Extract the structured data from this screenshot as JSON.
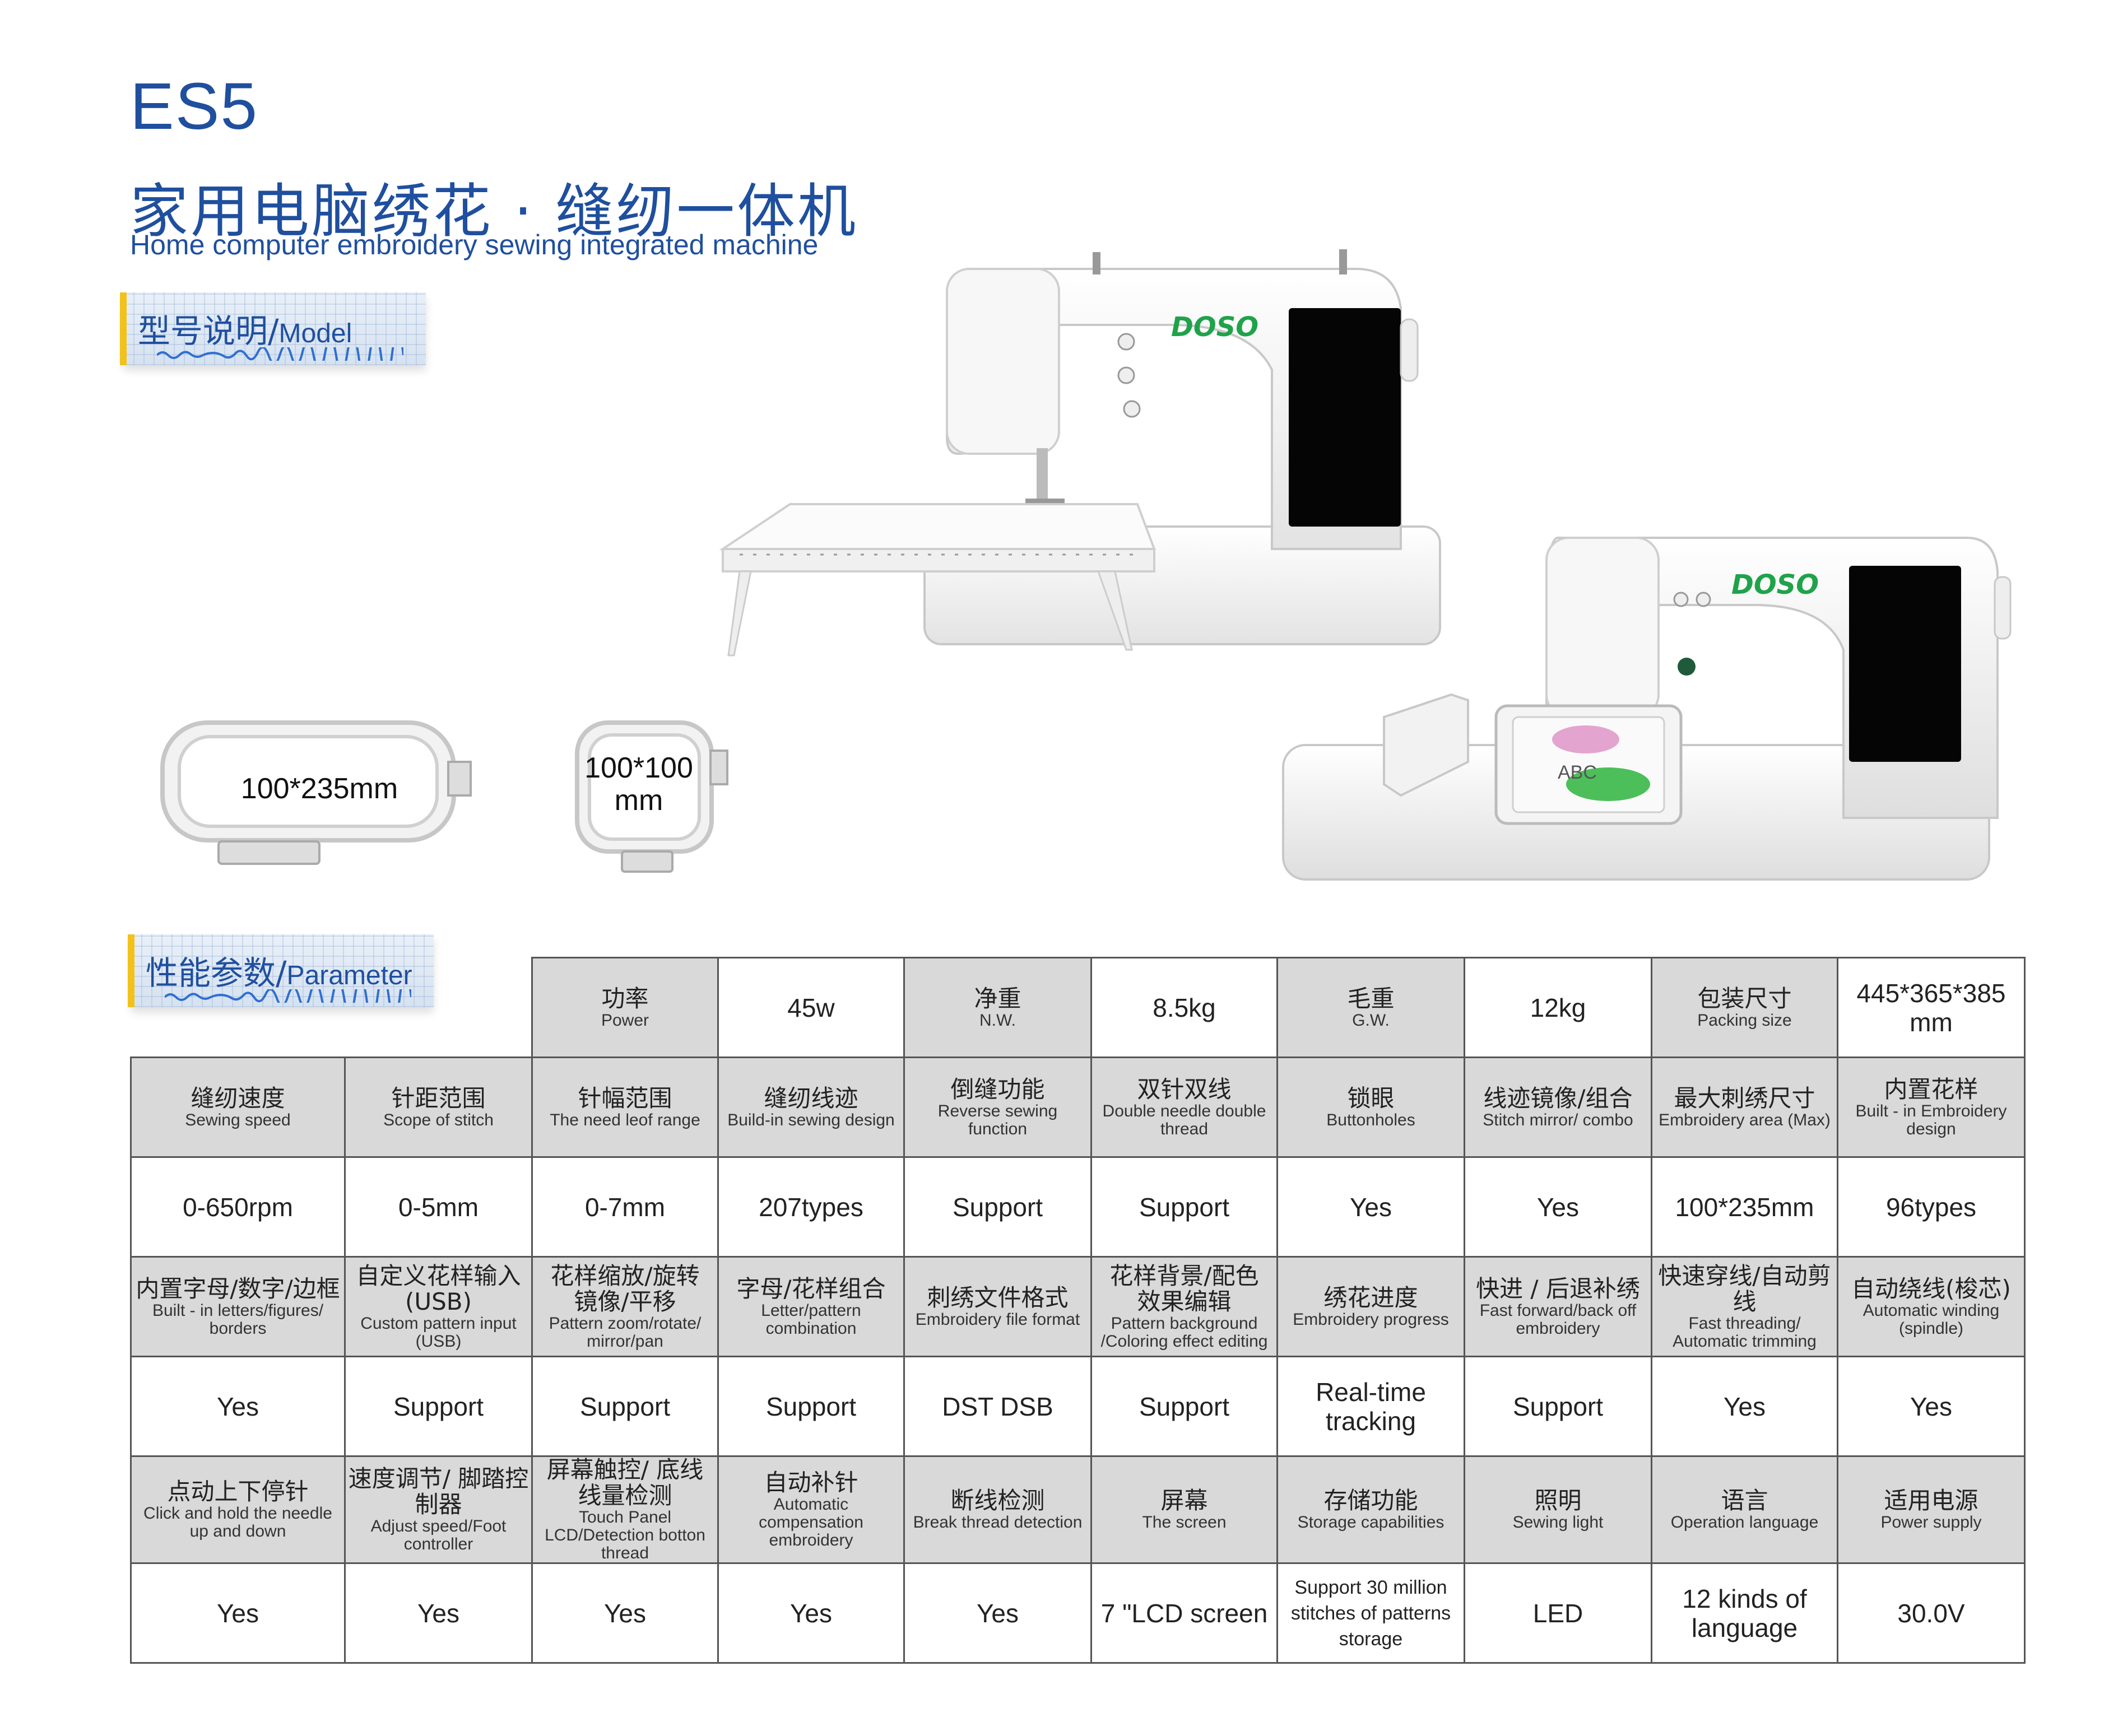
{
  "header": {
    "model": "ES5",
    "title_cn": "家用电脑绣花 · 缝纫一体机",
    "title_en": "Home computer embroidery sewing integrated machine"
  },
  "sections": {
    "model": {
      "cn": "型号说明/",
      "en": "Model"
    },
    "parameter": {
      "cn": "性能参数/",
      "en": "Parameter"
    }
  },
  "brand": {
    "logo_text": "DOSO",
    "logo_color": "#1fa34a"
  },
  "hoops": [
    {
      "label": "100*235mm"
    },
    {
      "label": "100*100 mm"
    }
  ],
  "colors": {
    "title_blue": "#1f4f9e",
    "header_gray": "#d9d9d9",
    "tag_accent": "#f2c21a"
  },
  "table": {
    "top_row": [
      {
        "cn": "功率",
        "en": "Power",
        "value": "45w"
      },
      {
        "cn": "净重",
        "en": "N.W.",
        "value": "8.5kg"
      },
      {
        "cn": "毛重",
        "en": "G.W.",
        "value": "12kg"
      },
      {
        "cn": "包装尺寸",
        "en": "Packing size",
        "value": "445*365*385 mm"
      }
    ],
    "rows": [
      {
        "headers": [
          {
            "cn": "缝纫速度",
            "en": "Sewing speed"
          },
          {
            "cn": "针距范围",
            "en": "Scope of stitch"
          },
          {
            "cn": "针幅范围",
            "en": "The need leof range"
          },
          {
            "cn": "缝纫线迹",
            "en": "Build-in sewing design"
          },
          {
            "cn": "倒缝功能",
            "en": "Reverse sewing function"
          },
          {
            "cn": "双针双线",
            "en": "Double needle double thread"
          },
          {
            "cn": "锁眼",
            "en": "Buttonholes"
          },
          {
            "cn": "线迹镜像/组合",
            "en": "Stitch mirror/ combo"
          },
          {
            "cn": "最大刺绣尺寸",
            "en": "Embroidery area (Max)"
          },
          {
            "cn": "内置花样",
            "en": "Built - in Embroidery design"
          }
        ],
        "values": [
          "0-650rpm",
          "0-5mm",
          "0-7mm",
          "207types",
          "Support",
          "Support",
          "Yes",
          "Yes",
          "100*235mm",
          "96types"
        ]
      },
      {
        "headers": [
          {
            "cn": "内置字母/数字/边框",
            "en": "Built - in letters/figures/ borders"
          },
          {
            "cn": "自定义花样输入 (USB)",
            "en": "Custom pattern input (USB)"
          },
          {
            "cn": "花样缩放/旋转 镜像/平移",
            "en": "Pattern zoom/rotate/ mirror/pan"
          },
          {
            "cn": "字母/花样组合",
            "en": "Letter/pattern combination"
          },
          {
            "cn": "刺绣文件格式",
            "en": "Embroidery file format"
          },
          {
            "cn": "花样背景/配色 效果编辑",
            "en": "Pattern background /Coloring effect editing"
          },
          {
            "cn": "绣花进度",
            "en": "Embroidery progress"
          },
          {
            "cn": "快进 / 后退补绣",
            "en": "Fast forward/back off embroidery"
          },
          {
            "cn": "快速穿线/自动剪线",
            "en": "Fast threading/ Automatic trimming"
          },
          {
            "cn": "自动绕线(梭芯)",
            "en": "Automatic winding (spindle)"
          }
        ],
        "values": [
          "Yes",
          "Support",
          "Support",
          "Support",
          "DST DSB",
          "Support",
          "Real-time tracking",
          "Support",
          "Yes",
          "Yes"
        ]
      },
      {
        "headers": [
          {
            "cn": "点动上下停针",
            "en": "Click and hold the needle up and down"
          },
          {
            "cn": "速度调节/ 脚踏控制器",
            "en": "Adjust speed/Foot controller"
          },
          {
            "cn": "屏幕触控/ 底线线量检测",
            "en": "Touch Panel LCD/Detection botton thread"
          },
          {
            "cn": "自动补针",
            "en": "Automatic compensation embroidery"
          },
          {
            "cn": "断线检测",
            "en": "Break thread detection"
          },
          {
            "cn": "屏幕",
            "en": "The screen"
          },
          {
            "cn": "存储功能",
            "en": "Storage capabilities"
          },
          {
            "cn": "照明",
            "en": "Sewing light"
          },
          {
            "cn": "语言",
            "en": "Operation language"
          },
          {
            "cn": "适用电源",
            "en": "Power supply"
          }
        ],
        "values": [
          "Yes",
          "Yes",
          "Yes",
          "Yes",
          "Yes",
          "7 \"LCD screen",
          "Support 30 million stitches of patterns storage",
          "LED",
          "12 kinds of language",
          "30.0V"
        ]
      }
    ]
  }
}
